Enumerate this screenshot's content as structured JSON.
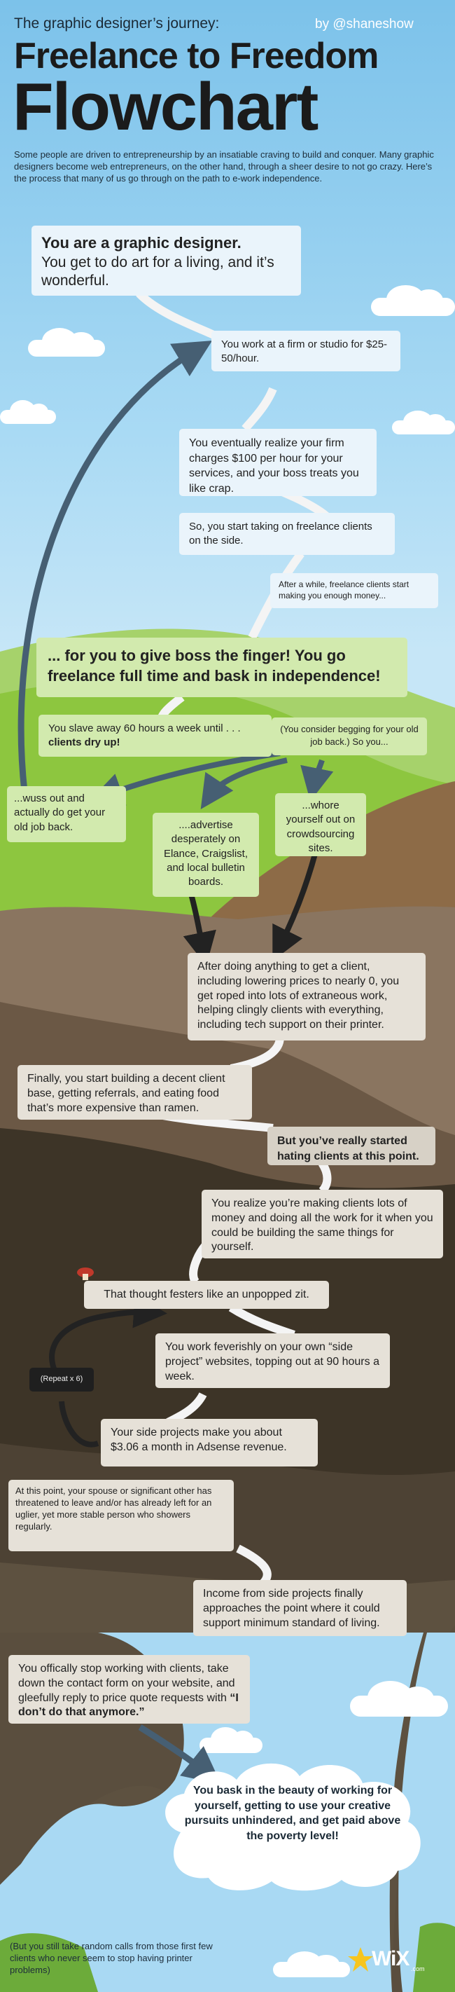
{
  "header": {
    "kicker": "The graphic designer’s journey:",
    "byline": "by @shaneshow",
    "title_line1": "Freelance to Freedom",
    "title_line2": "Flowchart",
    "intro": "Some people are driven to entrepreneurship by an insatiable craving to build and conquer. Many graphic designers become web entrepreneurs, on the other hand, through a sheer desire to not go crazy. Here’s the process that many of us go through on the path to e-work independence."
  },
  "steps": {
    "s1_title": "You are a graphic designer.",
    "s1_body": "You get to do art for a living, and it’s wonderful.",
    "s2": "You work at a firm or studio for $25-50/hour.",
    "s3": "You eventually realize your firm charges $100 per hour for your services, and your boss treats you like crap.",
    "s4": "So, you start taking on freelance clients on the side.",
    "s5": "After a while, freelance clients start making you enough money...",
    "s6": "... for you to give boss the finger! You go freelance full time and bask in independence!",
    "s7_a": "You slave away 60 hours a week until . . .",
    "s7_b": "clients dry up!",
    "s8": "(You consider begging for your old job back.) So you...",
    "opt_wuss": "...wuss out and actually do get your old job back.",
    "opt_advertise": "....advertise desperately on Elance, Craigslist, and local bulletin boards.",
    "opt_whore": "...whore yourself out on crowdsourcing sites.",
    "s9": "After doing anything to get a client, including lowering prices to nearly 0, you get roped into lots of extraneous work, helping clingly clients with everything, including tech support on their printer.",
    "s10": "Finally, you start building a decent client base, getting referrals, and eating food that’s more expensive than ramen.",
    "s11": "But you’ve really started hating clients at this point.",
    "s12": "You realize you’re making clients lots of money and doing all the work for it when you could be building the same things for yourself.",
    "s13": "That thought festers like an unpopped zit.",
    "s14": "You work feverishly on your own “side project” websites, topping out at 90 hours a week.",
    "repeat": "(Repeat x 6)",
    "s15": "Your side projects make you about $3.06 a month in Adsense revenue.",
    "s16": "At this point, your spouse or significant other has threatened to leave and/or has already left for an uglier, yet more stable person who showers regularly.",
    "s17": "Income from side projects finally approaches the point where it could support minimum standard of living.",
    "s18_a": "You offically stop working with clients, take down the contact form on your website, and gleefully reply to price quote requests with",
    "s18_b": "“I don’t do that anymore.”",
    "final": "You bask in the beauty of working for yourself, getting to use your creative pursuits unhindered, and get paid above the poverty level!",
    "footnote": "(But you still take random calls from those first few clients who never seem to stop having printer problems)"
  },
  "logo": {
    "text": "WiX",
    "suffix": ".com"
  },
  "colors": {
    "sky": "#8ecdf0",
    "grass": "#8dc63f",
    "dirt_light": "#8a7560",
    "dirt_mid": "#6b5845",
    "dirt_dark": "#3d3427",
    "arrow": "#465f73",
    "arrow_white": "#f4f4f4",
    "title": "#1b1b1b"
  }
}
